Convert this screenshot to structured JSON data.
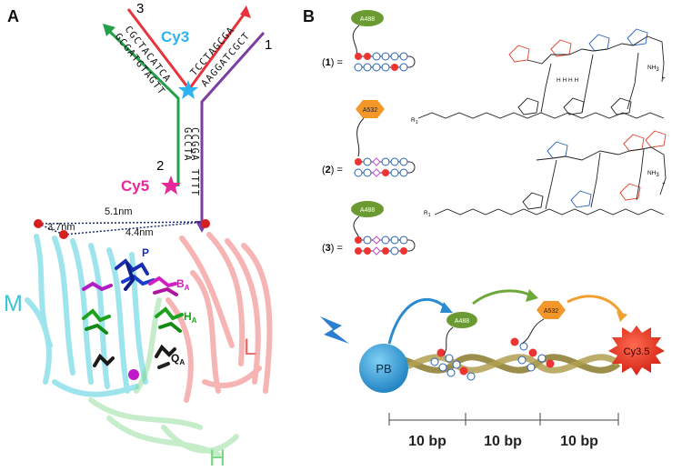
{
  "panel_a": {
    "letter": "A",
    "strand_numbers": [
      "3",
      "1",
      "2"
    ],
    "seq_upper_left_1": "CGCTACATCA",
    "seq_upper_left_2": "GCGATGTAGTT",
    "seq_upper_right_1": "TCCTAGCGA",
    "seq_upper_right_2": "AAGGATCGCT",
    "seq_lower_left": "GCCTA",
    "seq_lower_right_1": "CCGGA",
    "seq_lower_right_2": "TTTT",
    "dye_cy3": "Cy3",
    "dye_cy5": "Cy5",
    "dist_1": "5.1nm",
    "dist_2": "3.7nm",
    "dist_3": "4.4nm",
    "subunit_m": "M",
    "subunit_l": "L",
    "subunit_h": "H",
    "cofactor_p": "P",
    "cofactor_ba": "B",
    "cofactor_ba_sub": "A",
    "cofactor_ha": "H",
    "cofactor_ha_sub": "A",
    "cofactor_qa": "Q",
    "cofactor_qa_sub": "A",
    "colors": {
      "strand_red": "#e8323c",
      "strand_green": "#23a04a",
      "strand_purple": "#7a3fa0",
      "cy3": "#2cb3f0",
      "cy5": "#e8289a",
      "protein_m": "#5fd6e6",
      "protein_l": "#f28a8a",
      "protein_h": "#8fdc9a"
    }
  },
  "panel_b": {
    "letter": "B",
    "compounds": [
      {
        "label_open": "(",
        "number": "1",
        "label_close": ") =",
        "dye": "A488"
      },
      {
        "label_open": "(",
        "number": "2",
        "label_close": ") =",
        "dye": "A532"
      },
      {
        "label_open": "(",
        "number": "3",
        "label_close": ") =",
        "dye": "A488"
      }
    ],
    "chem": {
      "nh3": "NH",
      "nh3_sub": "3",
      "plus": "+",
      "r1_methyl": "R",
      "r1_sub": "1"
    },
    "fret": {
      "donor": "PB",
      "dye_1": "A488",
      "dye_2": "A532",
      "acceptor": "Cy3.5",
      "spacings": [
        "10 bp",
        "10 bp",
        "10 bp"
      ]
    },
    "colors": {
      "a488": "#6b9a32",
      "a532": "#f5962a",
      "cy35": "#e53320",
      "pb": "#2aa4de",
      "arrow_blue": "#2c8bd0",
      "arrow_green": "#6fa83a",
      "arrow_orange": "#f0a030"
    }
  }
}
